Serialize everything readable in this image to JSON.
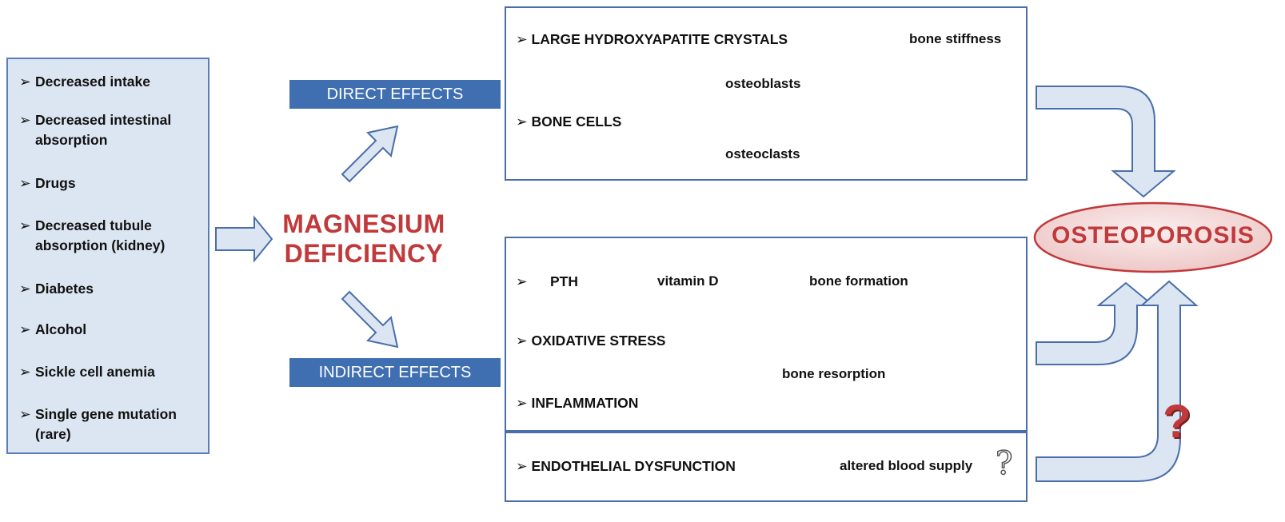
{
  "causes": [
    {
      "bullet": "➢",
      "text": "Decreased intake"
    },
    {
      "bullet": "➢",
      "text": "Decreased intestinal absorption"
    },
    {
      "bullet": "➢",
      "text": "Drugs"
    },
    {
      "bullet": "➢",
      "text": "Decreased tubule absorption (kidney)"
    },
    {
      "bullet": "➢",
      "text": "Diabetes"
    },
    {
      "bullet": "➢",
      "text": "Alcohol"
    },
    {
      "bullet": "➢",
      "text": "Sickle cell anemia"
    },
    {
      "bullet": "➢",
      "text": "Single gene mutation (rare)"
    }
  ],
  "center": {
    "line1": "MAGNESIUM",
    "line2": "DEFICIENCY"
  },
  "direct_label": "DIRECT EFFECTS",
  "indirect_label": "INDIRECT EFFECTS",
  "direct": {
    "crystals": "➢ LARGE HYDROXYAPATITE CRYSTALS",
    "stiffness": "bone stiffness",
    "bone_cells": "➢ BONE CELLS",
    "osteoblasts": "osteoblasts",
    "osteoclasts": "osteoclasts"
  },
  "indirect": {
    "pth_bullet": "➢",
    "pth": "PTH",
    "vitd": "vitamin D",
    "formation": "bone formation",
    "oxidative": "➢ OXIDATIVE STRESS",
    "inflammation": "➢ INFLAMMATION",
    "resorption": "bone resorption"
  },
  "endothelial": {
    "label": "➢ ENDOTHELIAL DYSFUNCTION",
    "result": "altered blood supply",
    "question": "?"
  },
  "outcome": "OSTEOPOROSIS",
  "red_question": "?",
  "colors": {
    "box_fill": "#dce6f2",
    "border": "#4a6ea9",
    "banner": "#3f6fb1",
    "accent_red": "#c0393b",
    "oval_fill": "#f2dcdb"
  }
}
